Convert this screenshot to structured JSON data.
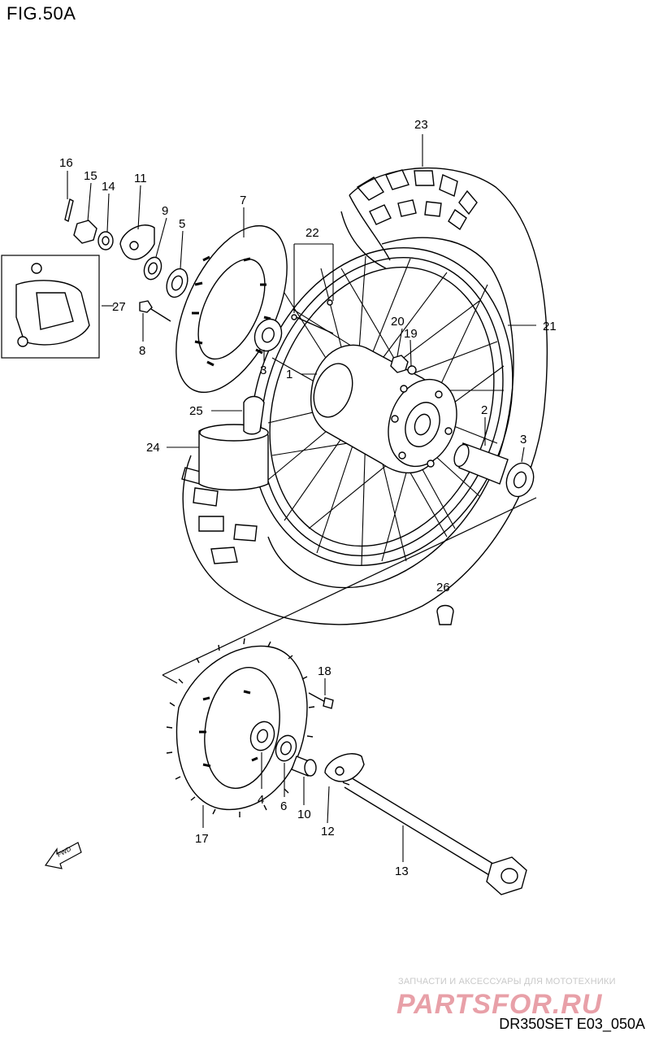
{
  "figure": {
    "title": "FIG.50A",
    "drawing_code": "DR350SET E03_050A"
  },
  "callouts": {
    "c1": "1",
    "c2": "2",
    "c3a": "3",
    "c3b": "3",
    "c4": "4",
    "c5": "5",
    "c6": "6",
    "c7": "7",
    "c8": "8",
    "c9": "9",
    "c10": "10",
    "c11": "11",
    "c12": "12",
    "c13": "13",
    "c14": "14",
    "c15": "15",
    "c16": "16",
    "c17": "17",
    "c18": "18",
    "c19": "19",
    "c20": "20",
    "c21": "21",
    "c22": "22",
    "c23": "23",
    "c24": "24",
    "c25": "25",
    "c26": "26",
    "c27": "27"
  },
  "fwd_arrow": {
    "label": "FWD"
  },
  "watermark": {
    "caption": "ЗАПЧАСТИ И АКСЕССУАРЫ ДЛЯ МОТОТЕХНИКИ",
    "logo_text": "PARTSFOR.RU",
    "color": "#e8a0a8"
  }
}
